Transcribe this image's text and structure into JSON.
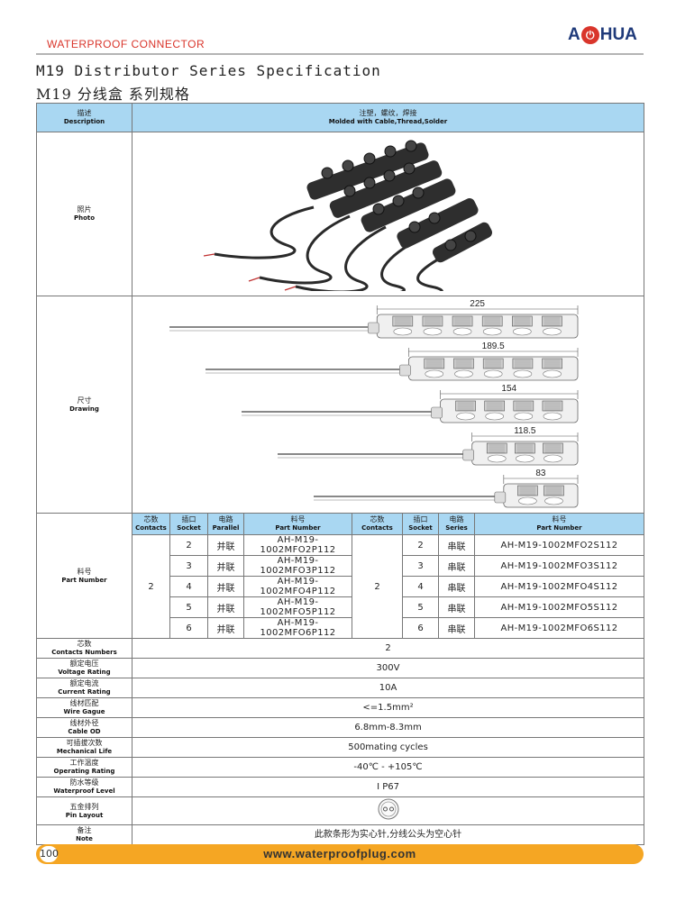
{
  "header": {
    "category": "WATERPROOF CONNECTOR",
    "logo_text_a": "A",
    "logo_text_b": "HUA"
  },
  "title": {
    "en": "M19 Distributor Series Specification",
    "cn": "M19 分线盒 系列规格"
  },
  "description": {
    "label_cn": "描述",
    "label_en": "Description",
    "value_cn": "注塑，螺纹，焊接",
    "value_en": "Molded with Cable,Thread,Solder"
  },
  "photo": {
    "label_cn": "照片",
    "label_en": "Photo"
  },
  "drawing": {
    "label_cn": "尺寸",
    "label_en": "Drawing",
    "dimensions": [
      "225",
      "189.5",
      "154",
      "118.5",
      "83"
    ],
    "socket_counts": [
      6,
      5,
      4,
      3,
      2
    ]
  },
  "part_number": {
    "label_cn": "料号",
    "label_en": "Part Number",
    "columns": {
      "contacts_cn": "芯数",
      "contacts_en": "Contacts",
      "socket_cn": "插口",
      "socket_en": "Socket",
      "parallel_cn": "电路",
      "parallel_en": "Parallel",
      "series_cn": "电路",
      "series_en": "Series",
      "pn_cn": "料号",
      "pn_en": "Part Number"
    },
    "contacts_left": "2",
    "contacts_right": "2",
    "rows": [
      {
        "socket": "2",
        "circuit_p": "并联",
        "pn_p": "AH-M19-1002MFO2P112",
        "socket_s": "2",
        "circuit_s": "串联",
        "pn_s": "AH-M19-1002MFO2S112"
      },
      {
        "socket": "3",
        "circuit_p": "并联",
        "pn_p": "AH-M19-1002MFO3P112",
        "socket_s": "3",
        "circuit_s": "串联",
        "pn_s": "AH-M19-1002MFO3S112"
      },
      {
        "socket": "4",
        "circuit_p": "并联",
        "pn_p": "AH-M19-1002MFO4P112",
        "socket_s": "4",
        "circuit_s": "串联",
        "pn_s": "AH-M19-1002MFO4S112"
      },
      {
        "socket": "5",
        "circuit_p": "并联",
        "pn_p": "AH-M19-1002MFO5P112",
        "socket_s": "5",
        "circuit_s": "串联",
        "pn_s": "AH-M19-1002MFO5S112"
      },
      {
        "socket": "6",
        "circuit_p": "并联",
        "pn_p": "AH-M19-1002MFO6P112",
        "socket_s": "6",
        "circuit_s": "串联",
        "pn_s": "AH-M19-1002MFO6S112"
      }
    ]
  },
  "specs": [
    {
      "cn": "芯数",
      "en": "Contacts Numbers",
      "value": "2"
    },
    {
      "cn": "额定电压",
      "en": "Voltage Rating",
      "value": "300V"
    },
    {
      "cn": "额定电流",
      "en": "Current Rating",
      "value": "10A"
    },
    {
      "cn": "线材匹配",
      "en": "Wire Gague",
      "value": "<=1.5mm²"
    },
    {
      "cn": "线材外径",
      "en": "Cable OD",
      "value": "6.8mm-8.3mm"
    },
    {
      "cn": "可插拔次数",
      "en": "Mechanical Life",
      "value": "500mating cycles"
    },
    {
      "cn": "工作温度",
      "en": "Operating Rating",
      "value": "-40℃ - +105℃"
    },
    {
      "cn": "防水等级",
      "en": "Waterproof Level",
      "value": "I P67"
    }
  ],
  "pin_layout": {
    "cn": "五金排列",
    "en": "Pin Layout"
  },
  "note": {
    "cn": "备注",
    "en": "Note",
    "value": "此款条形为实心针,分线公头为空心针"
  },
  "footer": {
    "page": "100",
    "website": "www.waterproofplug.com"
  },
  "colors": {
    "header_bg": "#a9d7f2",
    "brand_red": "#d9352b",
    "footer_orange": "#f5a623",
    "logo_blue": "#1f3a7a"
  }
}
